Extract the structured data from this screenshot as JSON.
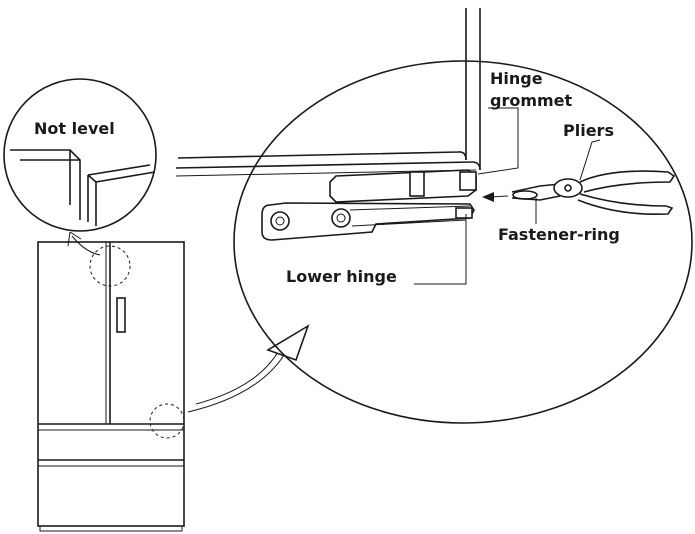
{
  "labels": {
    "not_level": "Not level",
    "hinge_grommet_line1": "Hinge",
    "hinge_grommet_line2": "grommet",
    "pliers": "Pliers",
    "fastener_ring": "Fastener-ring",
    "lower_hinge": "Lower hinge"
  }
}
